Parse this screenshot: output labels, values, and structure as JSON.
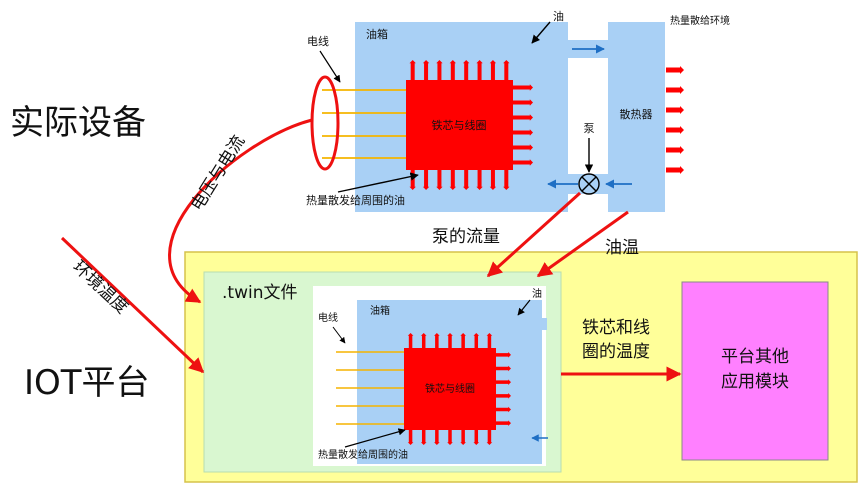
{
  "labels": {
    "physical_device": "实际设备",
    "iot_platform": "IOT平台",
    "voltage_current": "电压与电流",
    "ambient_temp": "环境温度",
    "pump_flow": "泵的流量",
    "oil_temp": "油温",
    "core_coil_temp_line1": "铁芯和线",
    "core_coil_temp_line2": "圈的温度",
    "twin_file": ".twin文件",
    "other_modules_line1": "平台其他",
    "other_modules_line2": "应用模块"
  },
  "device": {
    "wire": "电线",
    "tank": "油箱",
    "oil": "油",
    "core": "铁芯与线圈",
    "heat_note": "热量散发给周围的油",
    "pump": "泵",
    "radiator": "散热器",
    "env_note": "热量散给环境"
  },
  "twin": {
    "wire": "电线",
    "tank": "油箱",
    "oil": "油",
    "core": "铁芯与线圈",
    "heat_note": "热量散发给周围的油"
  },
  "colors": {
    "tank": "#a9d0f5",
    "core": "#ff0000",
    "platform_bg": "#ffff99",
    "twin_bg": "#d9f7d0",
    "modules_bg": "#ff80ff",
    "wire": "#f5b400",
    "flow_arrow": "#1f6fc4"
  }
}
